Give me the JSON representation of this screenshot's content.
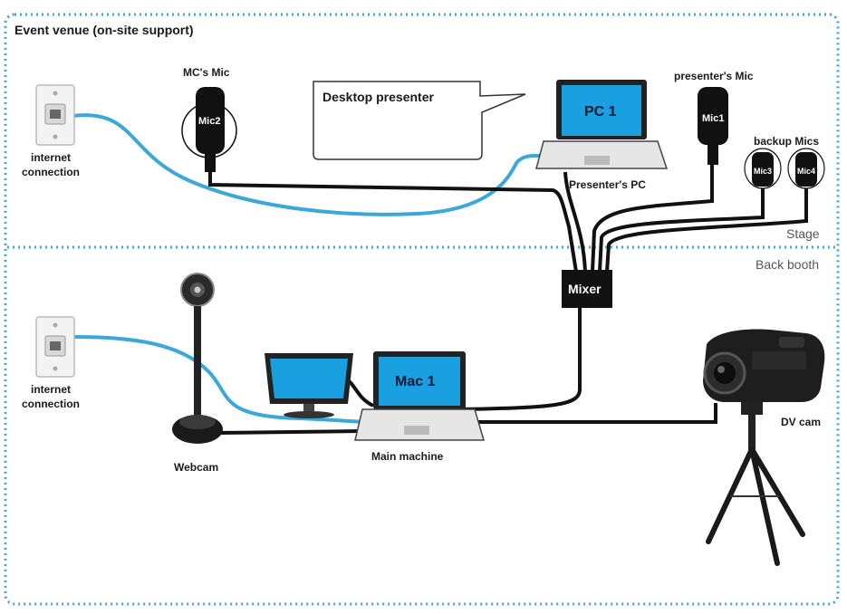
{
  "title": "Event venue (on-site support)",
  "zones": {
    "stage": "Stage",
    "back_booth": "Back booth"
  },
  "callout": "Desktop presenter",
  "devices": {
    "internet_top": "internet\nconnection",
    "internet_bottom": "internet\nconnection",
    "mc_mic_label": "MC's Mic",
    "mc_mic_tag": "Mic2",
    "presenter_mic_label": "presenter's Mic",
    "presenter_mic_tag": "Mic1",
    "backup_label": "backup Mics",
    "mic3_tag": "Mic3",
    "mic4_tag": "Mic4",
    "pc_screen": "PC 1",
    "pc_label": "Presenter's PC",
    "mixer": "Mixer",
    "mac_screen": "Mac 1",
    "main_label": "Main machine",
    "webcam_label": "Webcam",
    "dvcam_label": "DV cam"
  },
  "colors": {
    "border": "#3aa8d8",
    "network_cable": "#3aa8d8",
    "audio_cable": "#111111",
    "screen": "#1aa0e0",
    "device_dark": "#111111"
  }
}
